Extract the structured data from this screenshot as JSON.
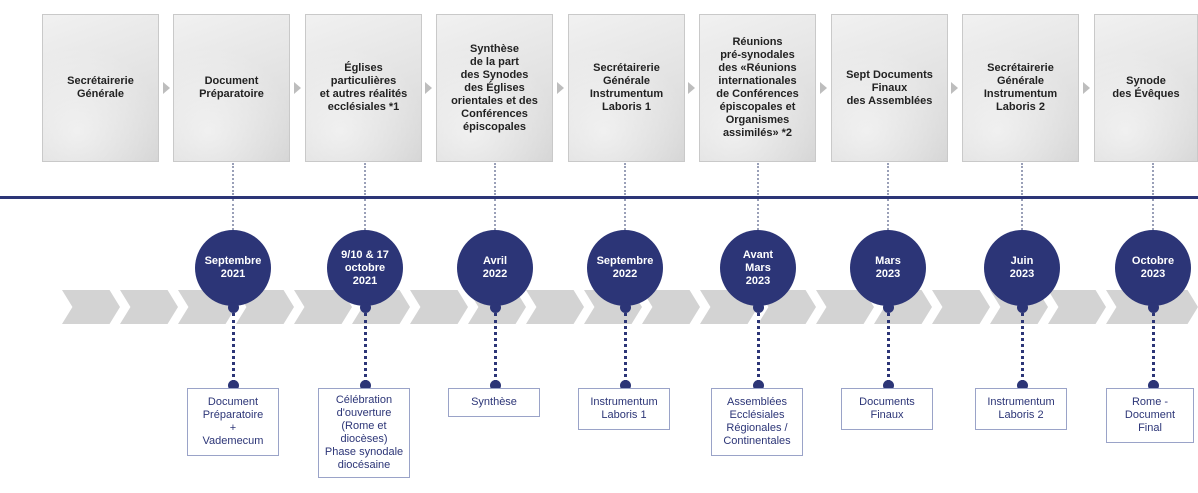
{
  "stages": [
    {
      "label": "Secrétairerie\nGénérale"
    },
    {
      "label": "Document\nPréparatoire"
    },
    {
      "label": "Églises\nparticulières\net autres réalités\necclésiales *1"
    },
    {
      "label": "Synthèse\nde la part\ndes Synodes\ndes Églises\norientales et des\nConférences\népiscopales"
    },
    {
      "label": "Secrétairerie\nGénérale\nInstrumentum\nLaboris 1"
    },
    {
      "label": "Réunions\npré-synodales\ndes «Réunions\ninternationales\nde Conférences\népiscopales et\nOrganismes\nassimilés» *2"
    },
    {
      "label": "Sept Documents\nFinaux\ndes Assemblées"
    },
    {
      "label": "Secrétairerie\nGénérale\nInstrumentum\nLaboris 2"
    },
    {
      "label": "Synode\ndes Évêques"
    }
  ],
  "milestones": [
    {
      "date": "Septembre\n2021",
      "output": "Document\nPréparatoire\n+\nVademecum"
    },
    {
      "date": "9/10 & 17\noctobre\n2021",
      "output": "Célébration\nd'ouverture\n(Rome et\ndiocèses)\nPhase synodale\ndiocésaine"
    },
    {
      "date": "Avril\n2022",
      "output": "Synthèse"
    },
    {
      "date": "Septembre\n2022",
      "output": "Instrumentum\nLaboris 1"
    },
    {
      "date": "Avant\nMars\n2023",
      "output": "Assemblées\nEcclésiales\nRégionales /\nContinentales"
    },
    {
      "date": "Mars\n2023",
      "output": "Documents\nFinaux"
    },
    {
      "date": "Juin\n2023",
      "output": "Instrumentum\nLaboris 2"
    },
    {
      "date": "Octobre\n2023",
      "output": "Rome -\nDocument\nFinal"
    }
  ],
  "colors": {
    "accent": "#2c3577",
    "card": "#e2e2e2",
    "chevron": "#d3d3d3"
  }
}
